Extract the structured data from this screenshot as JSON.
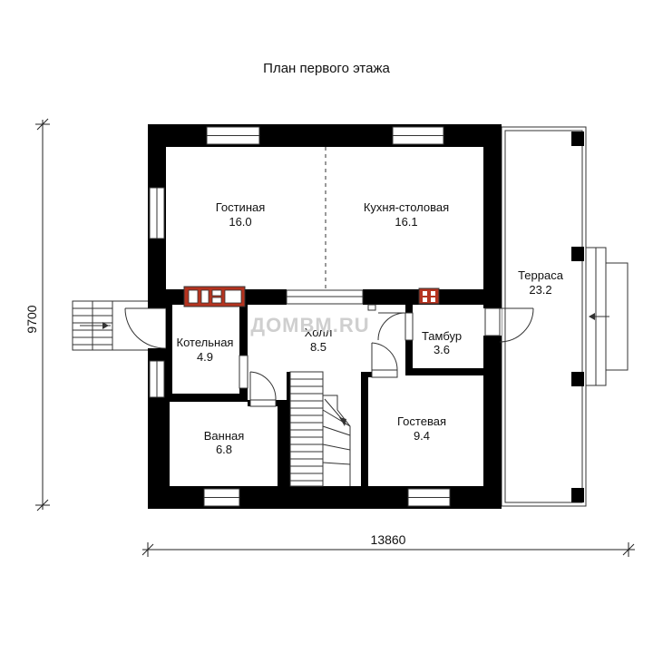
{
  "title": "План первого этажа",
  "dimensions": {
    "width": "13860",
    "height": "9700"
  },
  "watermark": "ДОМВМ.RU",
  "rooms": {
    "living": {
      "name": "Гостиная",
      "area": "16.0"
    },
    "kitchen": {
      "name": "Кухня-столовая",
      "area": "16.1"
    },
    "terrace": {
      "name": "Терраса",
      "area": "23.2"
    },
    "boiler": {
      "name": "Котельная",
      "area": "4.9"
    },
    "hall": {
      "name": "Холл",
      "area": "8.5"
    },
    "vestibule": {
      "name": "Тамбур",
      "area": "3.6"
    },
    "bath": {
      "name": "Ванная",
      "area": "6.8"
    },
    "guest": {
      "name": "Гостевая",
      "area": "9.4"
    }
  },
  "colors": {
    "wall": "#000000",
    "stove": "#b5331f",
    "line": "#222222"
  }
}
